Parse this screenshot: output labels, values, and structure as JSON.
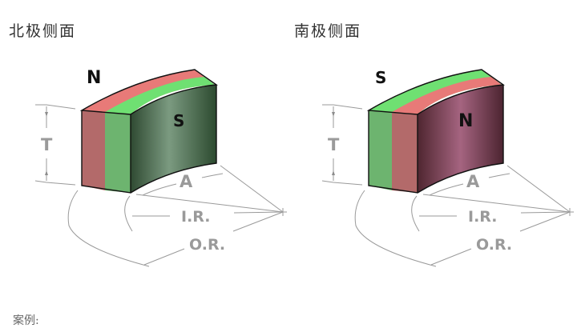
{
  "headings": {
    "north_side": "北极侧面",
    "south_side": "南极侧面"
  },
  "caption": "案例:",
  "diagrams": [
    {
      "name": "north-pole-side",
      "top_label": "N",
      "face_label": "S",
      "colors": {
        "top_back": "#e87a78",
        "top_front": "#6fe072",
        "side_left": "#b36a6a",
        "side_right": "#6db46f",
        "face_dark": "#2f4a32",
        "face_light": "#7b9a80"
      }
    },
    {
      "name": "south-pole-side",
      "top_label": "S",
      "face_label": "N",
      "colors": {
        "top_back": "#6fe072",
        "top_front": "#e87a78",
        "side_left": "#6db46f",
        "side_right": "#b36a6a",
        "face_dark": "#4f2630",
        "face_light": "#a56480"
      }
    }
  ],
  "dimensions": {
    "thickness": "T",
    "angle": "A",
    "inner_radius": "I.R.",
    "outer_radius": "O.R."
  }
}
